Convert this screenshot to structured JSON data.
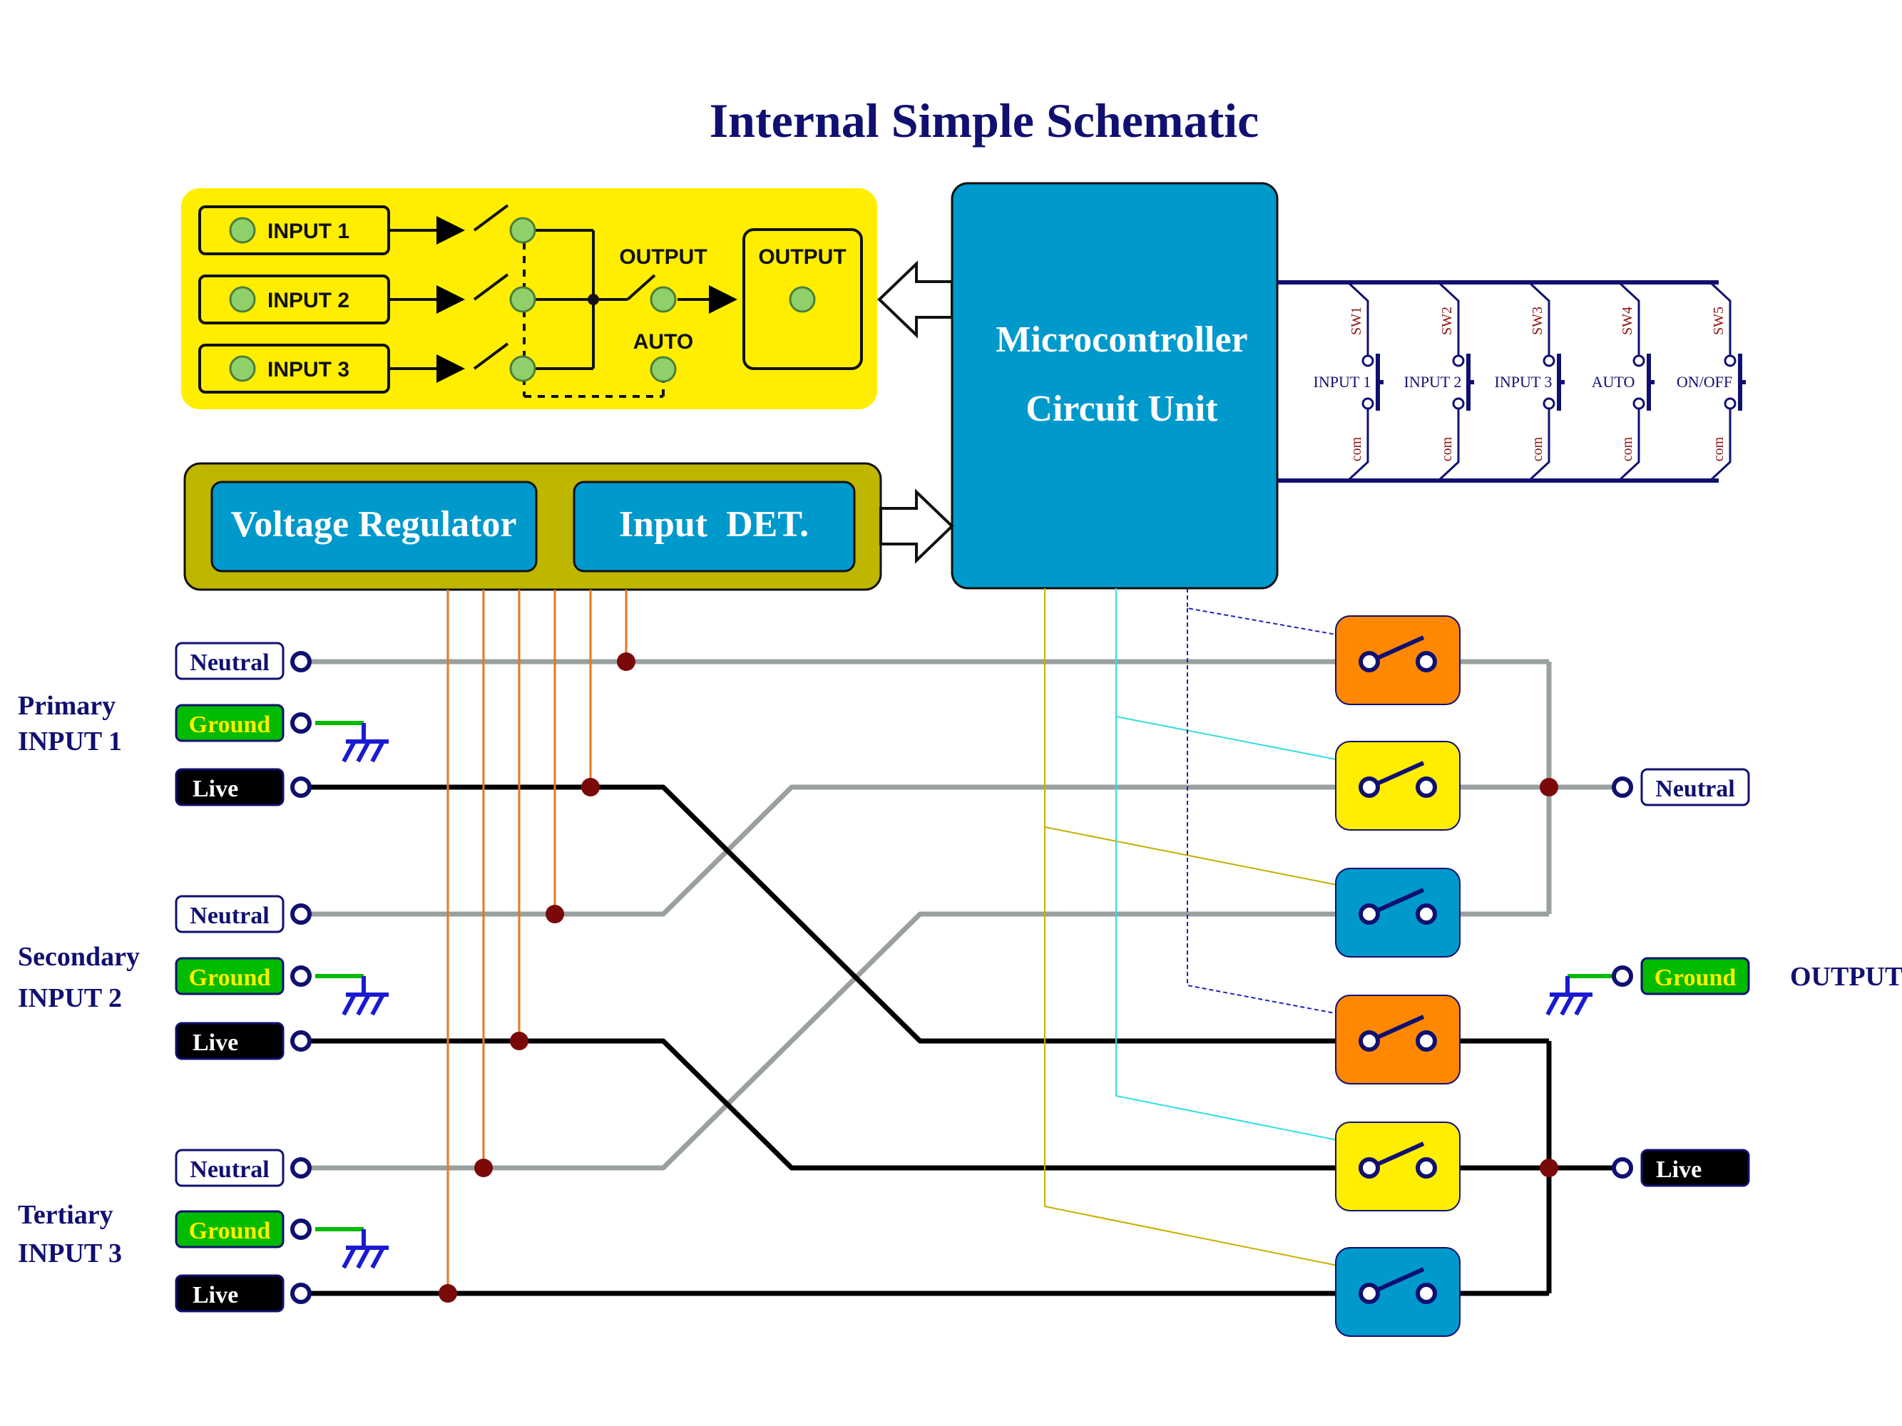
{
  "title": "Internal Simple Schematic",
  "indicator_panel": {
    "inputs": [
      "INPUT 1",
      "INPUT 2",
      "INPUT 3"
    ],
    "output_switch_label": "OUTPUT",
    "auto_label": "AUTO",
    "output_box_label": "OUTPUT"
  },
  "microcontroller": {
    "line1": "Microcontroller",
    "line2": "Circuit Unit"
  },
  "regulator_block": {
    "voltage_regulator": "Voltage Regulator",
    "input_det": "Input  DET."
  },
  "switches": [
    {
      "name": "SW1",
      "label": "INPUT 1",
      "com": "com"
    },
    {
      "name": "SW2",
      "label": "INPUT 2",
      "com": "com"
    },
    {
      "name": "SW3",
      "label": "INPUT 3",
      "com": "com"
    },
    {
      "name": "SW4",
      "label": "AUTO",
      "com": "com"
    },
    {
      "name": "SW5",
      "label": "ON/OFF",
      "com": "com"
    }
  ],
  "input_groups": [
    {
      "line1": "Primary",
      "line2": "INPUT 1",
      "neutral": "Neutral",
      "ground": "Ground",
      "live": "Live"
    },
    {
      "line1": "Secondary",
      "line2": "INPUT 2",
      "neutral": "Neutral",
      "ground": "Ground",
      "live": "Live"
    },
    {
      "line1": "Tertiary",
      "line2": "INPUT 3",
      "neutral": "Neutral",
      "ground": "Ground",
      "live": "Live"
    }
  ],
  "output": {
    "label": "OUTPUT",
    "neutral": "Neutral",
    "ground": "Ground",
    "live": "Live"
  },
  "colors": {
    "title": "#101070",
    "indicator_panel": "#ffee00",
    "mcu": "#0099cc",
    "regulator_panel": "#bfb600",
    "relay_orange": "#ff8800",
    "relay_yellow": "#ffee00",
    "relay_blue": "#0099cc",
    "ground_label": "#00bb00",
    "wire_neutral": "#9aa0a0",
    "wire_live": "#000000",
    "sense_wire": "#e87722",
    "junction": "#7a0a0a"
  }
}
